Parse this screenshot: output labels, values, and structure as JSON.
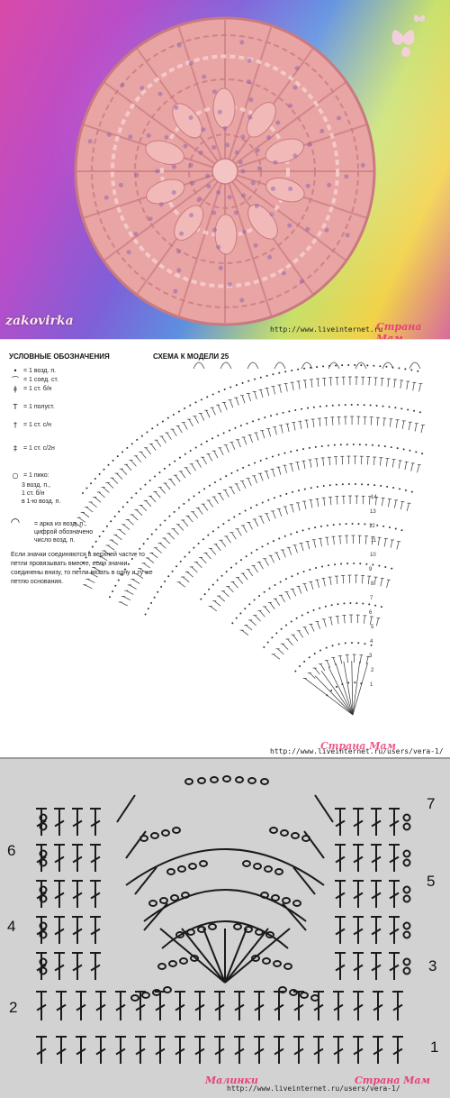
{
  "photo": {
    "watermark_left": "zakovirka",
    "url": "http://www.liveinternet.ru",
    "watermark_right": "Страна Мам"
  },
  "scheme": {
    "legend_title": "УСЛОВНЫЕ ОБОЗНАЧЕНИЯ",
    "scheme_title": "СХЕМА К МОДЕЛИ 25",
    "legend": [
      {
        "symbol": "•",
        "text": "= 1 возд. п."
      },
      {
        "symbol": "⌒",
        "text": "= 1 соед. ст."
      },
      {
        "symbol": "ǂ",
        "text": "= 1 ст. б/н"
      },
      {
        "symbol": "T",
        "text": "= 1 полуст."
      },
      {
        "symbol": "†",
        "text": "= 1 ст. с/н"
      },
      {
        "symbol": "‡",
        "text": "= 1 ст. с/2н"
      },
      {
        "symbol": "○",
        "text": "= 1 пико:"
      }
    ],
    "pico_lines": [
      "3 возд. п.,",
      "1 ст. б/н",
      "в 1-ю возд. п."
    ],
    "arch_symbol": "◠",
    "arch_lines": [
      "= арка из возд. п.,",
      "цифрой обозначено",
      "число возд. п."
    ],
    "note": "Если значки соединяются в верхней части, то петли провязывать вместе, если значки соединены внизу, то петли вязать в одну и ту же петлю основания.",
    "url": "http://www.liveinternet.ru/users/vera-1/",
    "watermark": "Страна Мам"
  },
  "detail": {
    "row_numbers_left": [
      "6",
      "4",
      "2"
    ],
    "row_numbers_right": [
      "7",
      "5",
      "3",
      "1"
    ],
    "watermark_left": "Малинки",
    "url": "http://www.liveinternet.ru/users/vera-1/",
    "watermark_right": "Страна Мам"
  },
  "colors": {
    "lace": "#e9a4a4",
    "lace_dark": "#c97a80",
    "watermark": "#e8407a",
    "detail_bg": "#d2d2d2"
  }
}
